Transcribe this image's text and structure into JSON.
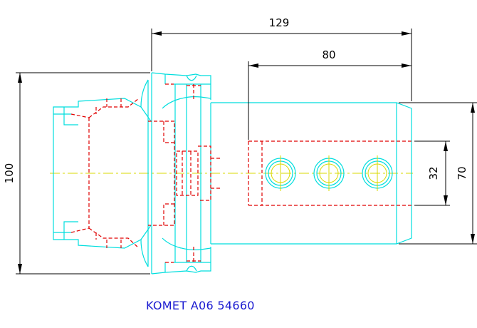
{
  "drawing": {
    "caption": "KOMET A06 54660",
    "dimensions": {
      "overall_length": "129",
      "bore_depth": "80",
      "overall_diameter": "100",
      "shank_diameter": "70",
      "bore_diameter": "32"
    },
    "colors": {
      "outline": "#00dede",
      "hidden": "#e00000",
      "center": "#d8d800",
      "dimension": "#000000",
      "caption": "#1a1ad0"
    }
  }
}
